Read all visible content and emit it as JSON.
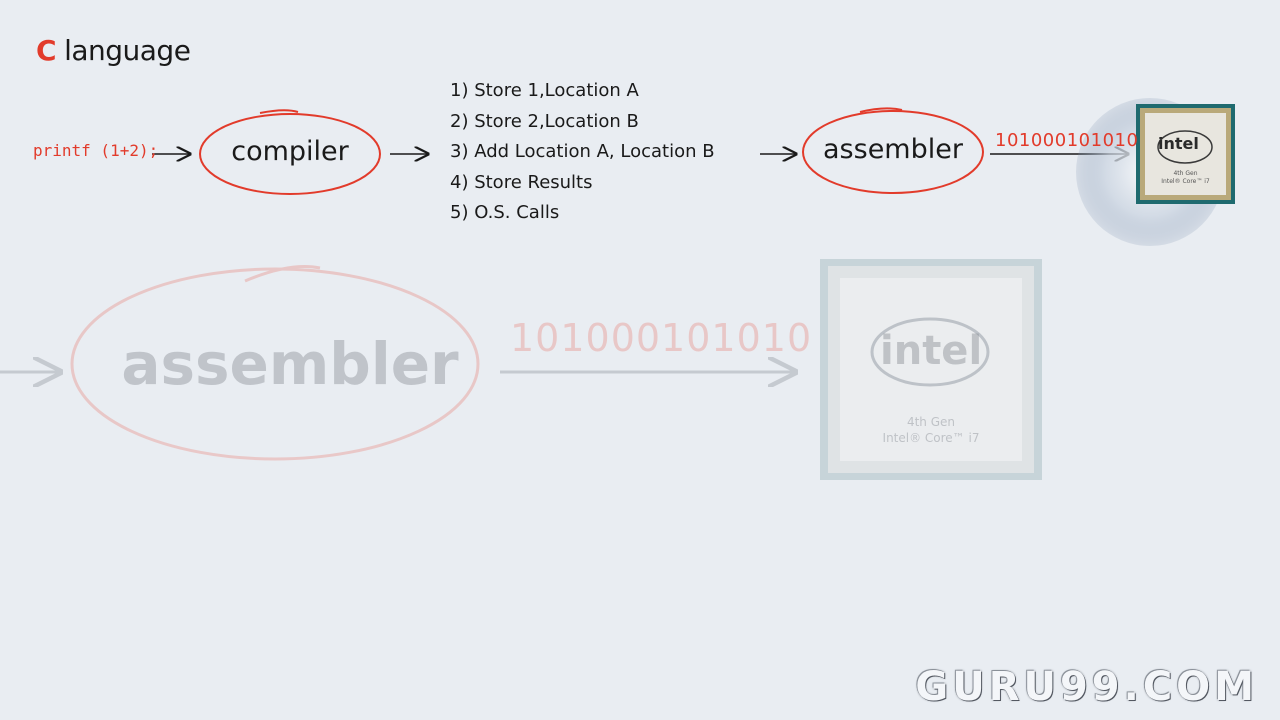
{
  "title": {
    "accent": "C",
    "rest": "language"
  },
  "code": "printf (1+2);",
  "compiler_label": "compiler",
  "assembler_label": "assembler",
  "steps": [
    "1) Store 1,Location A",
    "2) Store 2,Location B",
    "3) Add Location A, Location B",
    "4) Store Results",
    "5) O.S. Calls"
  ],
  "binary": "101000101010",
  "chip": {
    "brand": "intel",
    "line1": "4th Gen",
    "line2": "Intel® Core™ i7"
  },
  "watermark": "GURU99.COM",
  "colors": {
    "accent": "#e23b2b",
    "background": "#e9edf2"
  }
}
